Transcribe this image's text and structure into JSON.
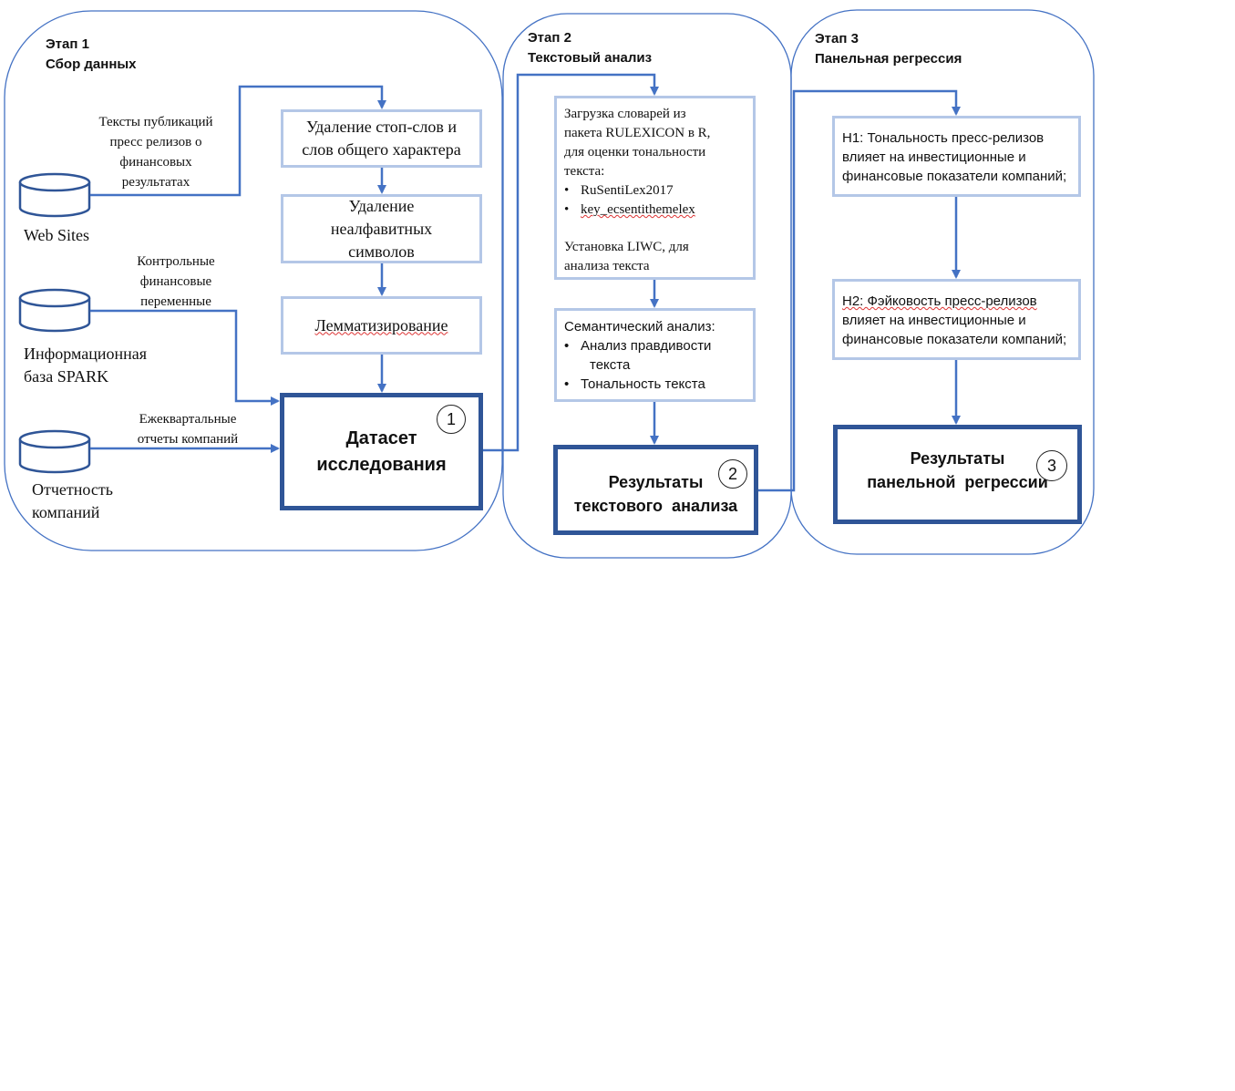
{
  "stages": [
    {
      "title_line1": "Этап 1",
      "title_line2": "Сбор данных"
    },
    {
      "title_line1": "Этап 2",
      "title_line2": "Текстовый анализ"
    },
    {
      "title_line1": "Этап 3",
      "title_line2": "Панельная регрессия"
    }
  ],
  "sources": [
    {
      "db_label": "Web Sites",
      "edge_label": [
        "Тексты публикаций",
        "пресс релизов о",
        "финансовых",
        "результатах"
      ]
    },
    {
      "db_label_line1": "Информационная",
      "db_label_line2": "база SPARK",
      "edge_label": [
        "Контрольные",
        "финансовые",
        "переменные"
      ]
    },
    {
      "db_label_line1": "Отчетность",
      "db_label_line2": "компаний",
      "edge_label": [
        "Ежеквартальные",
        "отчеты компаний"
      ]
    }
  ],
  "stage1_steps": [
    {
      "line1": "Удаление стоп-слов и",
      "line2": "слов общего характера"
    },
    {
      "line1": "Удаление",
      "line2": "неалфавитных",
      "line3": "символов"
    },
    {
      "line1": "Лемматизирование"
    }
  ],
  "stage1_result": {
    "line1": "Датасет",
    "line2": "исследования",
    "badge": "1"
  },
  "stage2_box1": {
    "lines": [
      "Загрузка словарей из",
      "пакета RULEXICON в R,",
      "для оценки тональности",
      "текста:"
    ],
    "bullets": [
      "RuSentiLex2017",
      "key_ecsentithemelex"
    ],
    "tail": [
      "Установка LIWC, для",
      "анализа текста"
    ]
  },
  "stage2_box2": {
    "title": "Семантический анализ:",
    "bullets": [
      "Анализ правдивости",
      "текста",
      "Тональность текста"
    ]
  },
  "stage2_result": {
    "line1": "Результаты",
    "line2": "текстового  анализа",
    "badge": "2"
  },
  "stage3_h1": {
    "lines": [
      "H1: Тональность пресс-релизов",
      "влияет на инвестиционные и",
      "финансовые показатели компаний;"
    ]
  },
  "stage3_h2": {
    "lines": [
      "H2: Фэйковость пресс-релизов",
      "влияет на инвестиционные и",
      "финансовые показатели компаний;"
    ]
  },
  "stage3_result": {
    "line1": "Результаты",
    "line2": "панельной  регрессии",
    "badge": "3"
  },
  "colors": {
    "connector": "#4472c4",
    "stage_border": "#4472c4",
    "step_border": "#b4c7e7",
    "result_border": "#2f5597"
  }
}
